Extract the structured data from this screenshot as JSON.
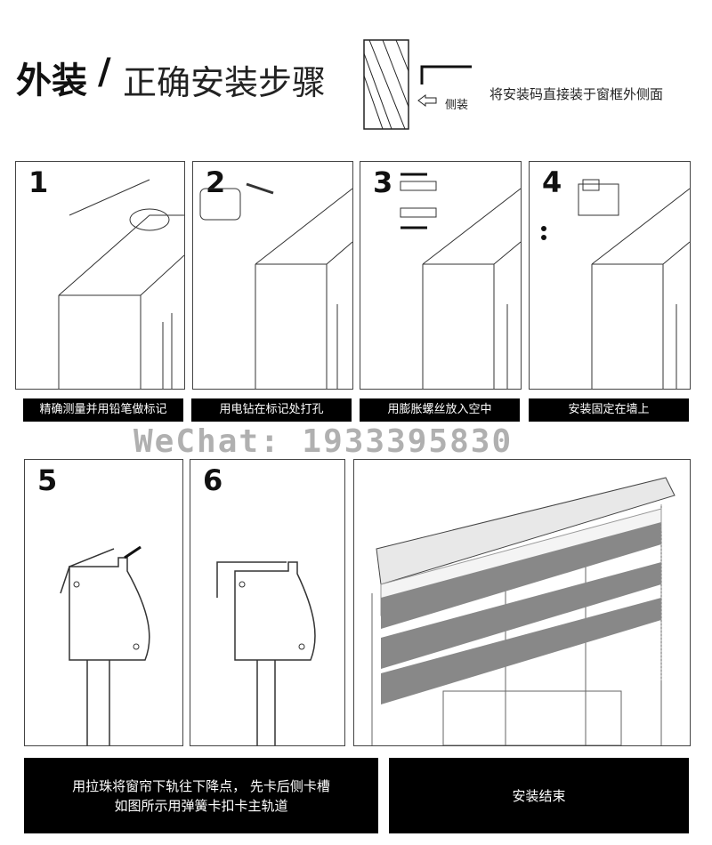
{
  "header": {
    "title_bold": "外装",
    "slash": "/",
    "title_light": "正确安装步骤",
    "side_label": "侧装",
    "note": "将安装码直接装于窗框外侧面"
  },
  "steps": [
    {
      "number": "1",
      "caption": "精确测量并用铅笔做标记"
    },
    {
      "number": "2",
      "caption": "用电钻在标记处打孔"
    },
    {
      "number": "3",
      "caption": "用膨胀螺丝放入空中"
    },
    {
      "number": "4",
      "caption": "安装固定在墙上"
    },
    {
      "number": "5"
    },
    {
      "number": "6"
    }
  ],
  "bottom": {
    "left_line1": "用拉珠将窗帘下轨往下降点， 先卡后侧卡槽",
    "left_line2": "如图所示用弹簧卡扣卡主轨道",
    "right": "安装结束"
  },
  "watermark": "WeChat: 1933395830"
}
